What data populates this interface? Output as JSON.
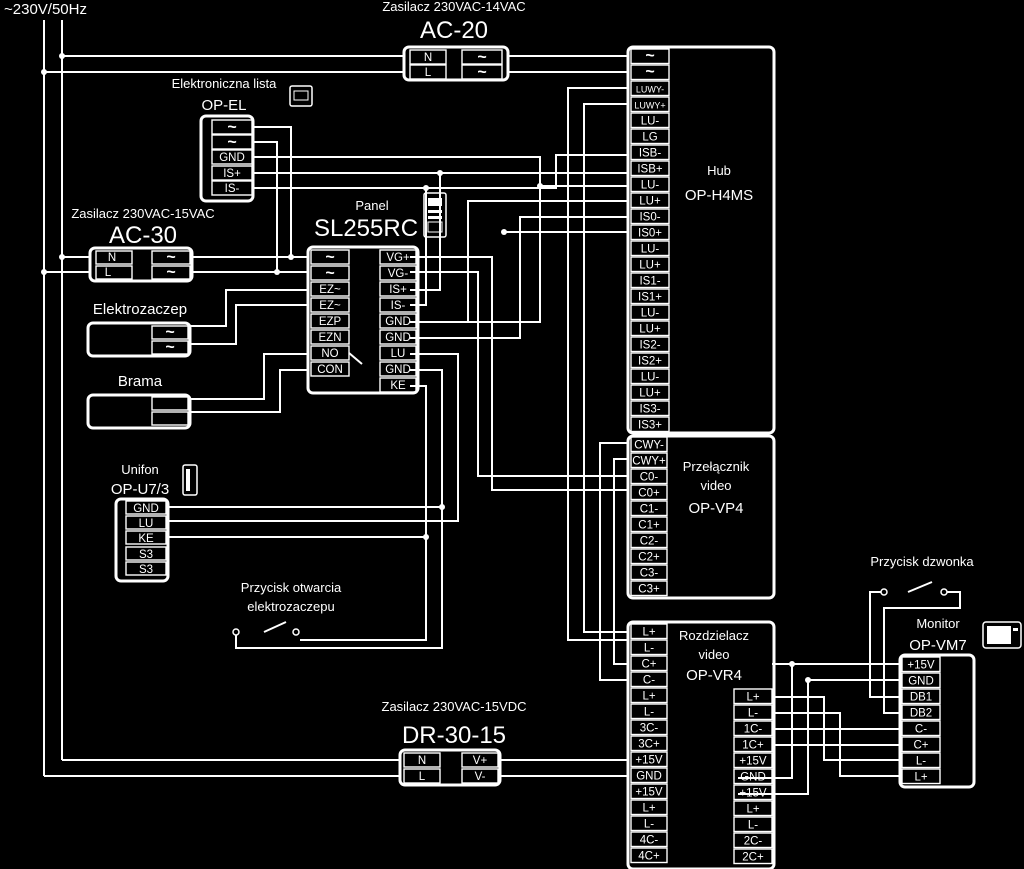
{
  "mains": {
    "label": "~230V/50Hz"
  },
  "ac20": {
    "caption": "Zasilacz 230VAC-14VAC",
    "name": "AC-20",
    "pins": [
      "N",
      "L"
    ],
    "outs": [
      "~",
      "~"
    ]
  },
  "opel": {
    "caption": "Elektroniczna lista",
    "name": "OP-EL",
    "pins": [
      "~",
      "~",
      "GND",
      "IS+",
      "IS-"
    ]
  },
  "ac30": {
    "caption": "Zasilacz 230VAC-15VAC",
    "name": "AC-30",
    "pins": [
      "N",
      "L"
    ],
    "outs": [
      "~",
      "~"
    ]
  },
  "panel": {
    "caption": "Panel",
    "name": "SL255RC",
    "left_pins": [
      "~",
      "~",
      "EZ~",
      "EZ~",
      "EZP",
      "EZN",
      "NO",
      "CON"
    ],
    "right_pins": [
      "VG+",
      "VG-",
      "IS+",
      "IS-",
      "GND",
      "GND",
      "LU",
      "GND",
      "KE"
    ]
  },
  "lock": {
    "caption": "Elektrozaczep",
    "pins": [
      "~",
      "~"
    ]
  },
  "gate": {
    "caption": "Brama"
  },
  "unifon": {
    "caption": "Unifon",
    "name": "OP-U7/3",
    "pins": [
      "GND",
      "LU",
      "KE",
      "S3",
      "S3"
    ]
  },
  "button_lock": {
    "line1": "Przycisk otwarcia",
    "line2": "elektrozaczepu"
  },
  "dr30": {
    "caption": "Zasilacz 230VAC-15VDC",
    "name": "DR-30-15",
    "pins": [
      "N",
      "L"
    ],
    "outs": [
      "V+",
      "V-"
    ]
  },
  "hub": {
    "caption": "Hub",
    "name": "OP-H4MS",
    "pins": [
      "~",
      "~",
      "LUWY-",
      "LUWY+",
      "LU-",
      "LG",
      "ISB-",
      "ISB+",
      "LU-",
      "LU+",
      "IS0-",
      "IS0+",
      "LU-",
      "LU+",
      "IS1-",
      "IS1+",
      "LU-",
      "LU+",
      "IS2-",
      "IS2+",
      "LU-",
      "LU+",
      "IS3-",
      "IS3+"
    ]
  },
  "vp4": {
    "caption1": "Przełącznik",
    "caption2": "video",
    "name": "OP-VP4",
    "pins": [
      "CWY-",
      "CWY+",
      "C0-",
      "C0+",
      "C1-",
      "C1+",
      "C2-",
      "C2+",
      "C3-",
      "C3+"
    ]
  },
  "vr4": {
    "caption1": "Rozdzielacz",
    "caption2": "video",
    "name": "OP-VR4",
    "left_pins": [
      "L+",
      "L-",
      "C+",
      "C-",
      "L+",
      "L-",
      "3C-",
      "3C+",
      "+15V",
      "GND",
      "+15V",
      "L+",
      "L-",
      "4C-",
      "4C+"
    ],
    "right_pins": [
      "L+",
      "L-",
      "1C-",
      "1C+",
      "+15V",
      "GND",
      "+15V",
      "L+",
      "L-",
      "2C-",
      "2C+"
    ]
  },
  "bell": {
    "caption": "Przycisk dzwonka"
  },
  "monitor": {
    "caption": "Monitor",
    "name": "OP-VM7",
    "pins": [
      "+15V",
      "GND",
      "DB1",
      "DB2",
      "C-",
      "C+",
      "L-",
      "L+"
    ]
  }
}
